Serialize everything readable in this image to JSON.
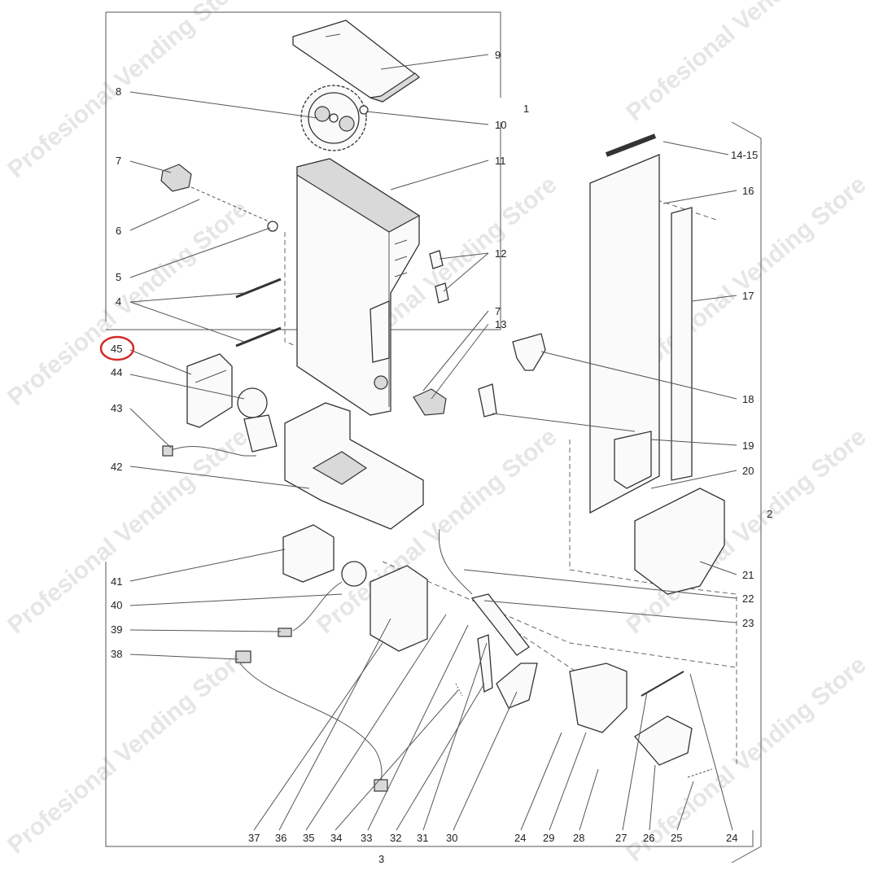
{
  "watermark": "Profesional Vending Store",
  "highlight_color": "#d42a2a",
  "highlighted_label": "45",
  "labels": {
    "l1": "1",
    "l2": "2",
    "l3": "3",
    "l4": "4",
    "l5": "5",
    "l6": "6",
    "l7a": "7",
    "l7b": "7",
    "l8": "8",
    "l9": "9",
    "l10": "10",
    "l11": "11",
    "l12": "12",
    "l13": "13",
    "l1415": "14-15",
    "l16": "16",
    "l17": "17",
    "l18": "18",
    "l19": "19",
    "l20": "20",
    "l21": "21",
    "l22": "22",
    "l23": "23",
    "l24a": "24",
    "l24b": "24",
    "l25": "25",
    "l26": "26",
    "l27": "27",
    "l28": "28",
    "l29": "29",
    "l30": "30",
    "l31": "31",
    "l32": "32",
    "l33": "33",
    "l34": "34",
    "l35": "35",
    "l36": "36",
    "l37": "37",
    "l38": "38",
    "l39": "39",
    "l40": "40",
    "l41": "41",
    "l42": "42",
    "l43": "43",
    "l44": "44",
    "l45": "45"
  }
}
